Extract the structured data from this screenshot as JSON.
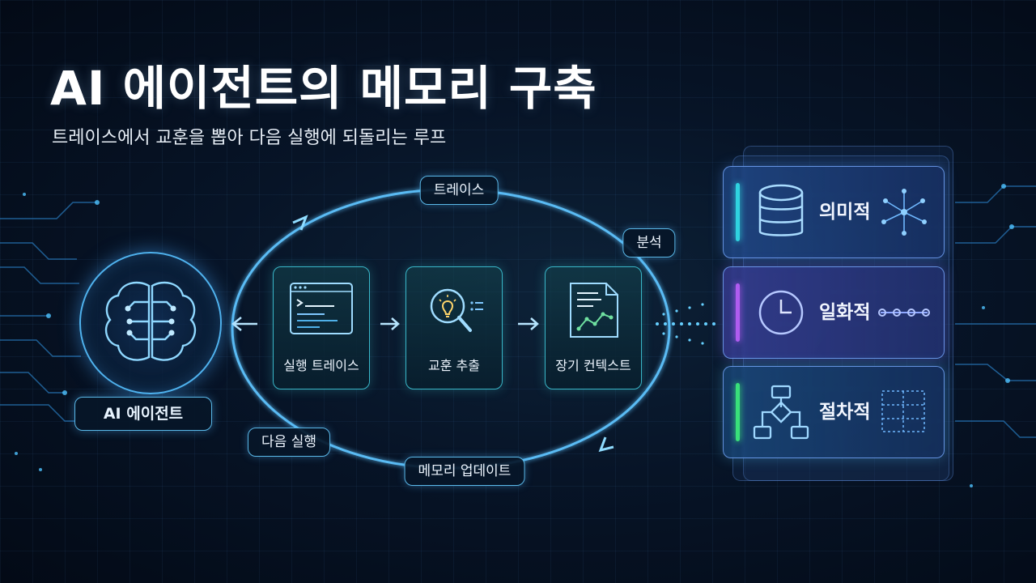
{
  "title": "AI 에이전트의 메모리 구축",
  "subtitle": "트레이스에서 교훈을 뽑아 다음 실행에 되돌리는 루프",
  "loop_labels": {
    "trace": "트레이스",
    "analysis": "분석",
    "memory_update": "메모리 업데이트",
    "next_run": "다음 실행"
  },
  "agent": {
    "label": "AI 에이전트",
    "icon": "brain-icon"
  },
  "steps": [
    {
      "label": "실행 트레이스",
      "icon": "terminal-icon"
    },
    {
      "label": "교훈 추출",
      "icon": "lightbulb-magnifier-icon"
    },
    {
      "label": "장기 컨텍스트",
      "icon": "document-chart-icon"
    }
  ],
  "memory_types": [
    {
      "label": "의미적",
      "icon": "database-icon",
      "accent": "#2fd3e0"
    },
    {
      "label": "일화적",
      "icon": "clock-icon",
      "accent": "#b05cf0"
    },
    {
      "label": "절차적",
      "icon": "flowchart-icon",
      "accent": "#39e07a"
    }
  ],
  "colors": {
    "background": "#071427",
    "glow": "#5ab8e8",
    "step_border": "#39b6c8"
  }
}
